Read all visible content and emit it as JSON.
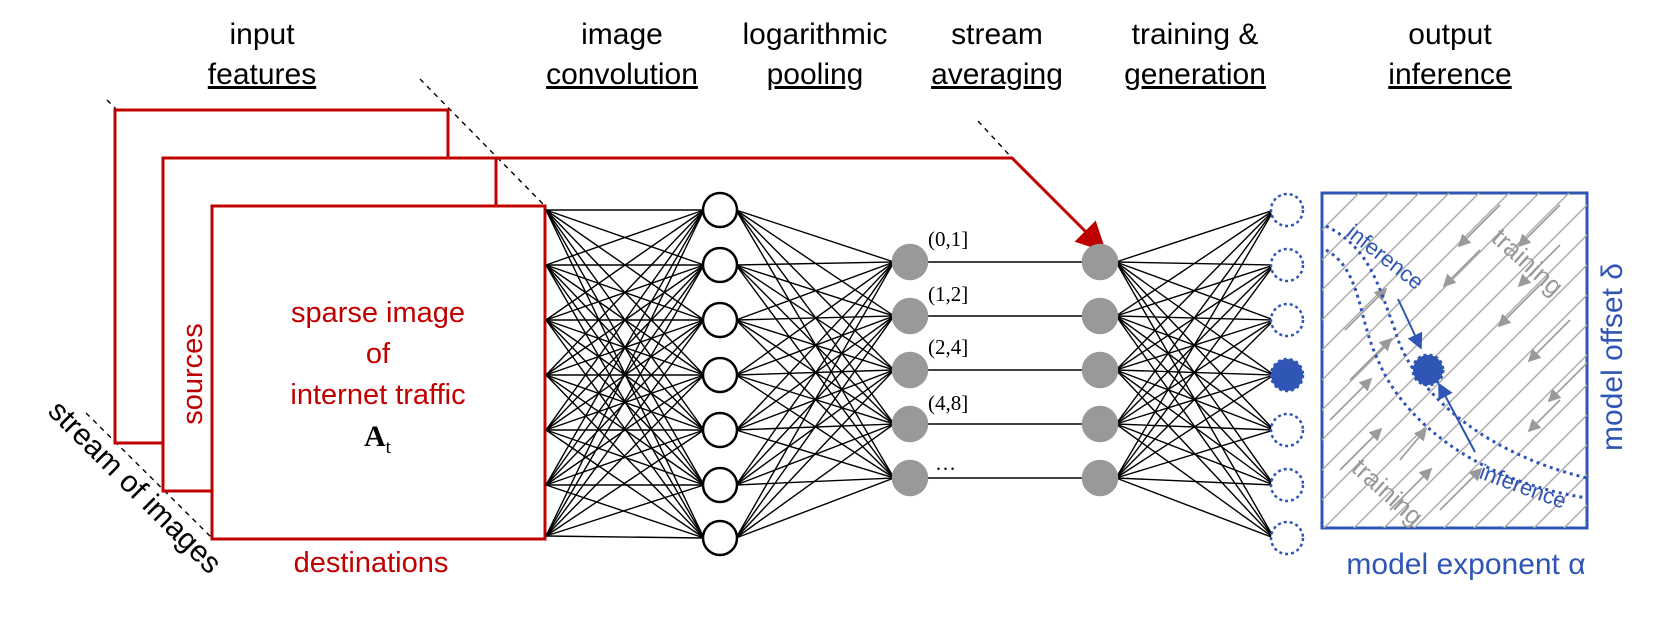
{
  "headers": [
    {
      "line1": "input",
      "line2": "features"
    },
    {
      "line1": "image",
      "line2": "convolution"
    },
    {
      "line1": "logarithmic",
      "line2": "pooling"
    },
    {
      "line1": "stream",
      "line2": "averaging"
    },
    {
      "line1": "training &",
      "line2": "generation"
    },
    {
      "line1": "output",
      "line2": "inference"
    }
  ],
  "image_panel": {
    "main_lines": [
      "sparse image",
      "of",
      "internet traffic"
    ],
    "matrix_symbol": "A",
    "matrix_subscript": "t",
    "sources_label": "sources",
    "destinations_label": "destinations",
    "stream_label": "stream of images"
  },
  "bins": [
    "(0,1]",
    "(1,2]",
    "(2,4]",
    "(4,8]",
    "…"
  ],
  "output_panel": {
    "y_label": "model offset δ",
    "x_label": "model exponent α",
    "inference_top": "inference",
    "inference_bottom": "inference",
    "training_top": "training",
    "training_bottom": "training"
  },
  "colors": {
    "red": "#c00000",
    "blue": "#2f55b5",
    "gray_node": "#999999",
    "gray_line": "#aaaaaa"
  }
}
